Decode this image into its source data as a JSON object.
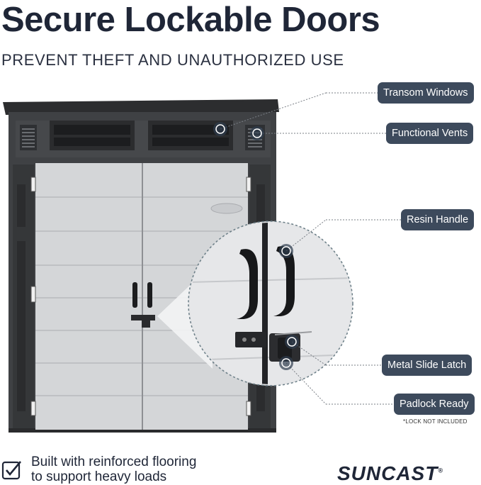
{
  "header": {
    "title": "Secure Lockable Doors",
    "subtitle": "PREVENT THEFT AND UNAUTHORIZED USE"
  },
  "callouts": [
    {
      "id": "transom",
      "label": "Transom Windows"
    },
    {
      "id": "vents",
      "label": "Functional Vents"
    },
    {
      "id": "handle",
      "label": "Resin Handle"
    },
    {
      "id": "latch",
      "label": "Metal Slide Latch"
    },
    {
      "id": "padlock",
      "label": "Padlock Ready"
    }
  ],
  "footnote": "*LOCK NOT INCLUDED",
  "feature": {
    "line1": "Built with reinforced flooring",
    "line2": "to support heavy loads",
    "icon": "checkbox-icon"
  },
  "brand": {
    "name": "SUNCAST",
    "registered": "®"
  },
  "colors": {
    "title": "#1f2637",
    "pill_bg": "#3d4a5c",
    "shed_frame": "#3f4144",
    "door_panel": "#d4d6d8"
  }
}
